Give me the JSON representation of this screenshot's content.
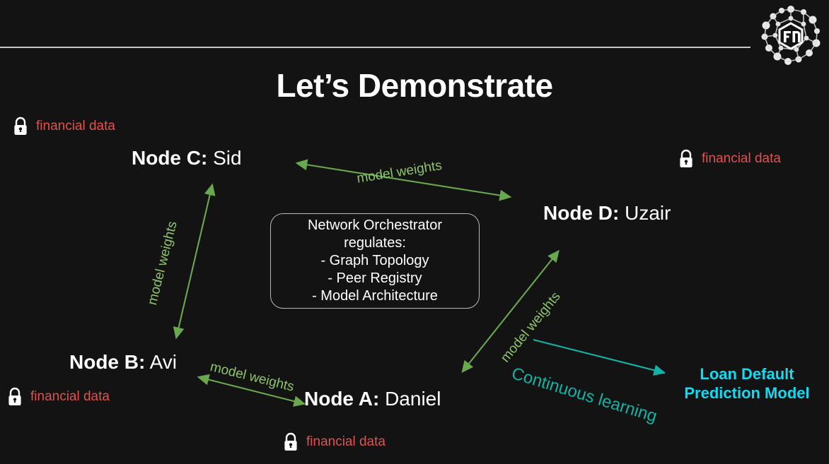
{
  "slide": {
    "title": "Let’s Demonstrate",
    "background_color": "#131313",
    "rule_color": "#c9c9c9"
  },
  "logo": {
    "name": "network-node-logo",
    "letters": "FU"
  },
  "nodes": [
    {
      "id": "node-c",
      "label": "Node C:",
      "name": "Sid",
      "color": "#ffffff"
    },
    {
      "id": "node-d",
      "label": "Node D:",
      "name": "Uzair",
      "color": "#ffffff"
    },
    {
      "id": "node-b",
      "label": "Node B:",
      "name": "Avi",
      "color": "#ffffff"
    },
    {
      "id": "node-a",
      "label": "Node A:",
      "name": "Daniel",
      "color": "#ffffff"
    }
  ],
  "financial_data": {
    "label": "financial data",
    "color": "#e0514f",
    "icon": "lock-icon",
    "count": 4
  },
  "orchestrator": {
    "line1": "Network Orchestrator",
    "line2": "regulates:",
    "line3": "- Graph Topology",
    "line4": "- Peer Registry",
    "line5": "- Model Architecture",
    "border_color": "#b9b9b9",
    "text_color": "#ffffff"
  },
  "loan_model": {
    "line1": "Loan Default",
    "line2": "Prediction Model",
    "color": "#14d9f0"
  },
  "edges": [
    {
      "id": "edge-c-d",
      "label": "model weights",
      "color": "#6aa84f",
      "style": "double-arrow"
    },
    {
      "id": "edge-c-b",
      "label": "model weights",
      "color": "#6aa84f",
      "style": "double-arrow"
    },
    {
      "id": "edge-b-a",
      "label": "model weights",
      "color": "#6aa84f",
      "style": "double-arrow"
    },
    {
      "id": "edge-a-d",
      "label": "model weights",
      "color": "#6aa84f",
      "style": "double-arrow"
    },
    {
      "id": "edge-continuous",
      "label": "Continuous learning",
      "color": "#12b3a6",
      "style": "single-arrow"
    }
  ],
  "edge_label_color": "#8ec46a",
  "edge_label_teal_color": "#12b3a6"
}
